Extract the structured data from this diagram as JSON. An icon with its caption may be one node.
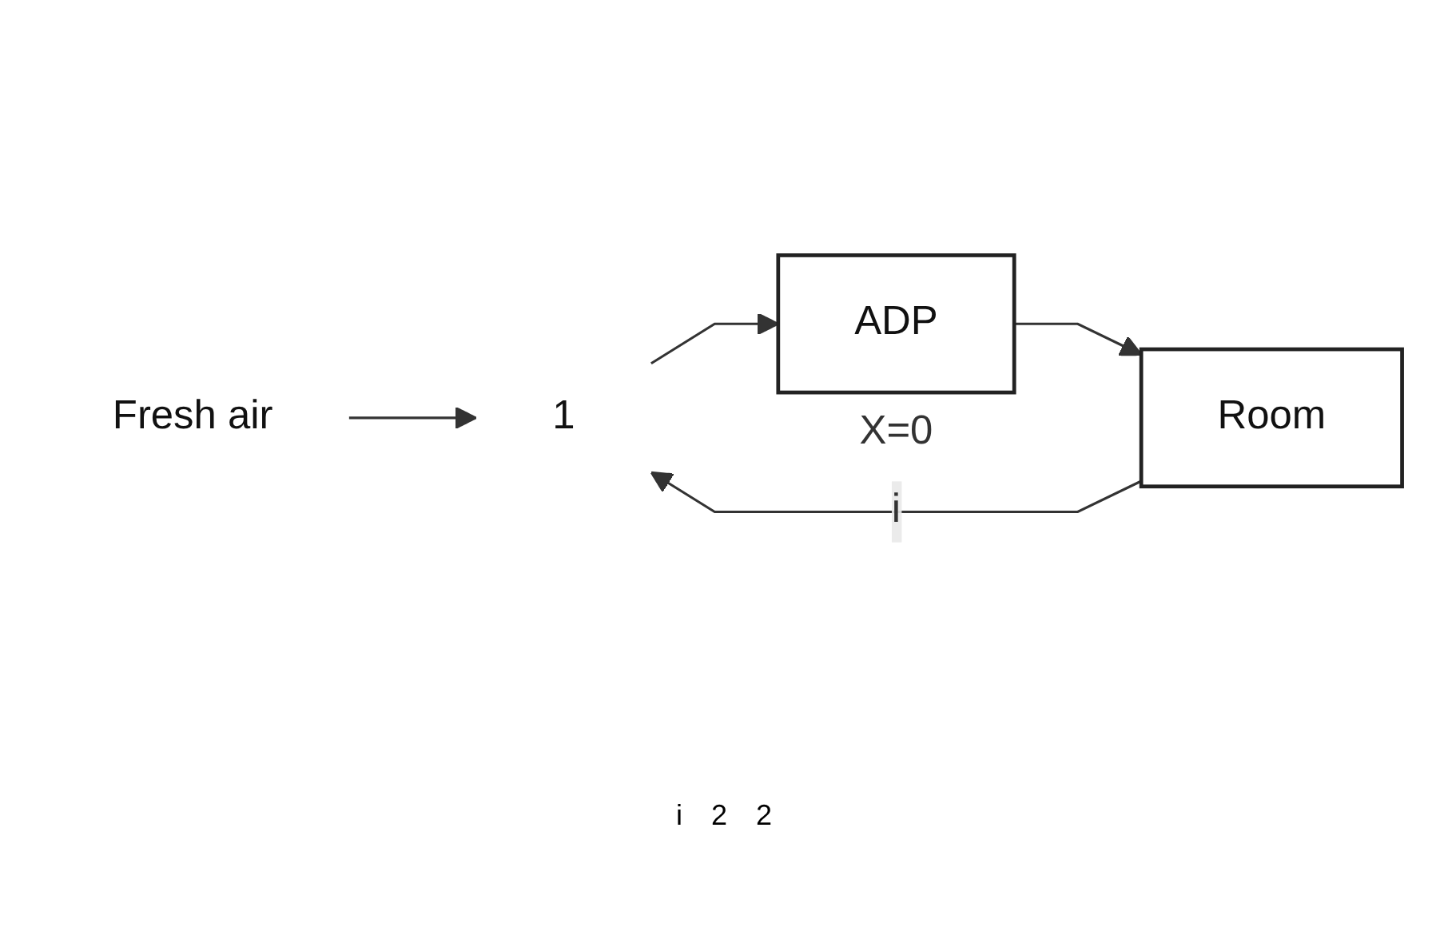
{
  "diagram": {
    "nodes": [
      {
        "text": [
          "Fresh air"
        ]
      },
      {
        "text": [
          "1"
        ]
      },
      {
        "text": [
          "ADP"
        ],
        "beside": [
          "X=0"
        ]
      },
      {
        "text": [
          "Room"
        ]
      }
    ],
    "edges": [
      {
        "from": 0,
        "to": 1,
        "arrow": "to"
      },
      {
        "from": 1,
        "to": 2,
        "arrow": "to"
      },
      {
        "from": 2,
        "to": 3,
        "arrow": "to"
      },
      {
        "from": 3,
        "to": 1,
        "arrow": "to",
        "label": "i"
      }
    ],
    "labels": [
      "i",
      "2",
      "2"
    ]
  }
}
